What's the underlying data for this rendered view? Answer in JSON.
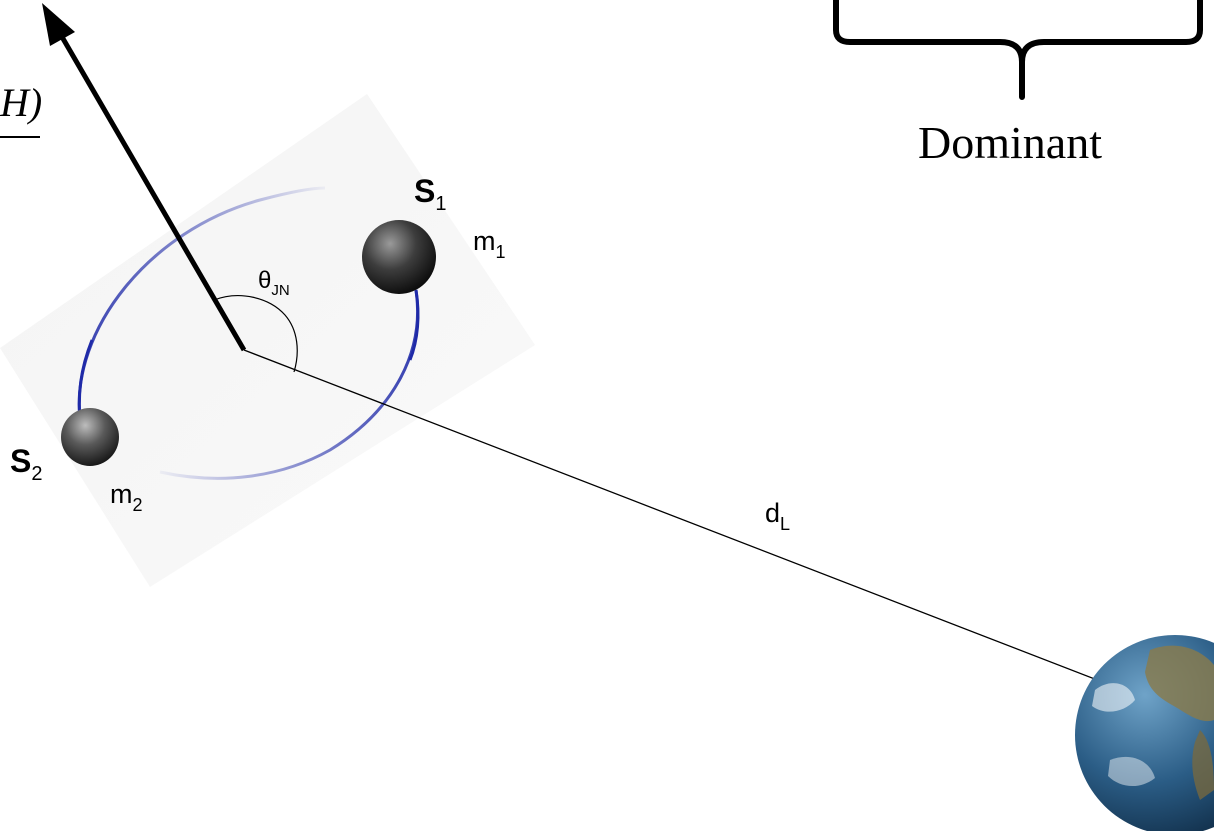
{
  "labels": {
    "spin1": {
      "main": "S",
      "sub": "1"
    },
    "spin2": {
      "main": "S",
      "sub": "2"
    },
    "mass1": {
      "main": "m",
      "sub": "1"
    },
    "mass2": {
      "main": "m",
      "sub": "2"
    },
    "angle": {
      "main": "θ",
      "sub": "JN"
    },
    "distance": {
      "main": "d",
      "sub": "L"
    },
    "brace_caption": "Dominant",
    "equation_fragment": "H)"
  },
  "colors": {
    "orbit": "#1f2aa8",
    "line": "#000000",
    "plane": "#ececec",
    "body_mass": "#2a2a2a",
    "earth_ocean": "#2b5d86",
    "earth_land": "#8a7a4a"
  },
  "icons": {
    "observer": "earth-globe-icon",
    "mass_body": "black-hole-sphere-icon"
  }
}
